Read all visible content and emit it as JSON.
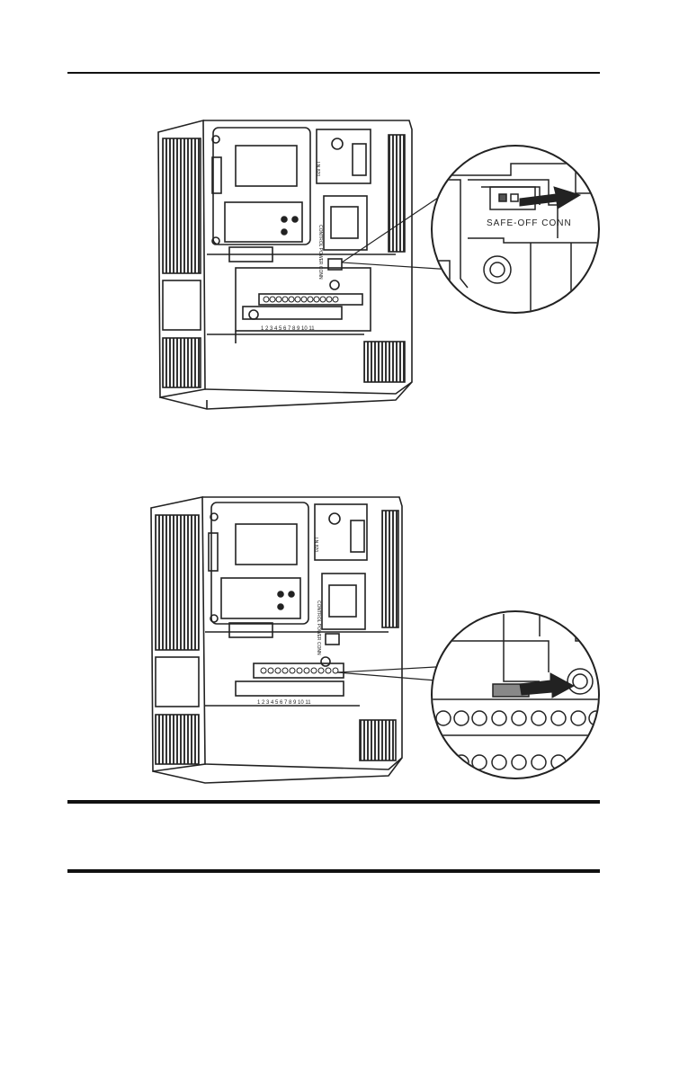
{
  "figure1": {
    "callout_label": "SAFE-OFF CONN",
    "panel_label": "CONTROL POWER CONN",
    "small_label": "LN 820",
    "terminal_numbers": "1 2 3 4 5 6 7 8 9 10 11"
  },
  "figure2": {
    "panel_label": "CONTROL POWER CONN",
    "small_label": "LN 820",
    "terminal_numbers": "1 2 3 4 5 6 7 8 9 10 11"
  }
}
